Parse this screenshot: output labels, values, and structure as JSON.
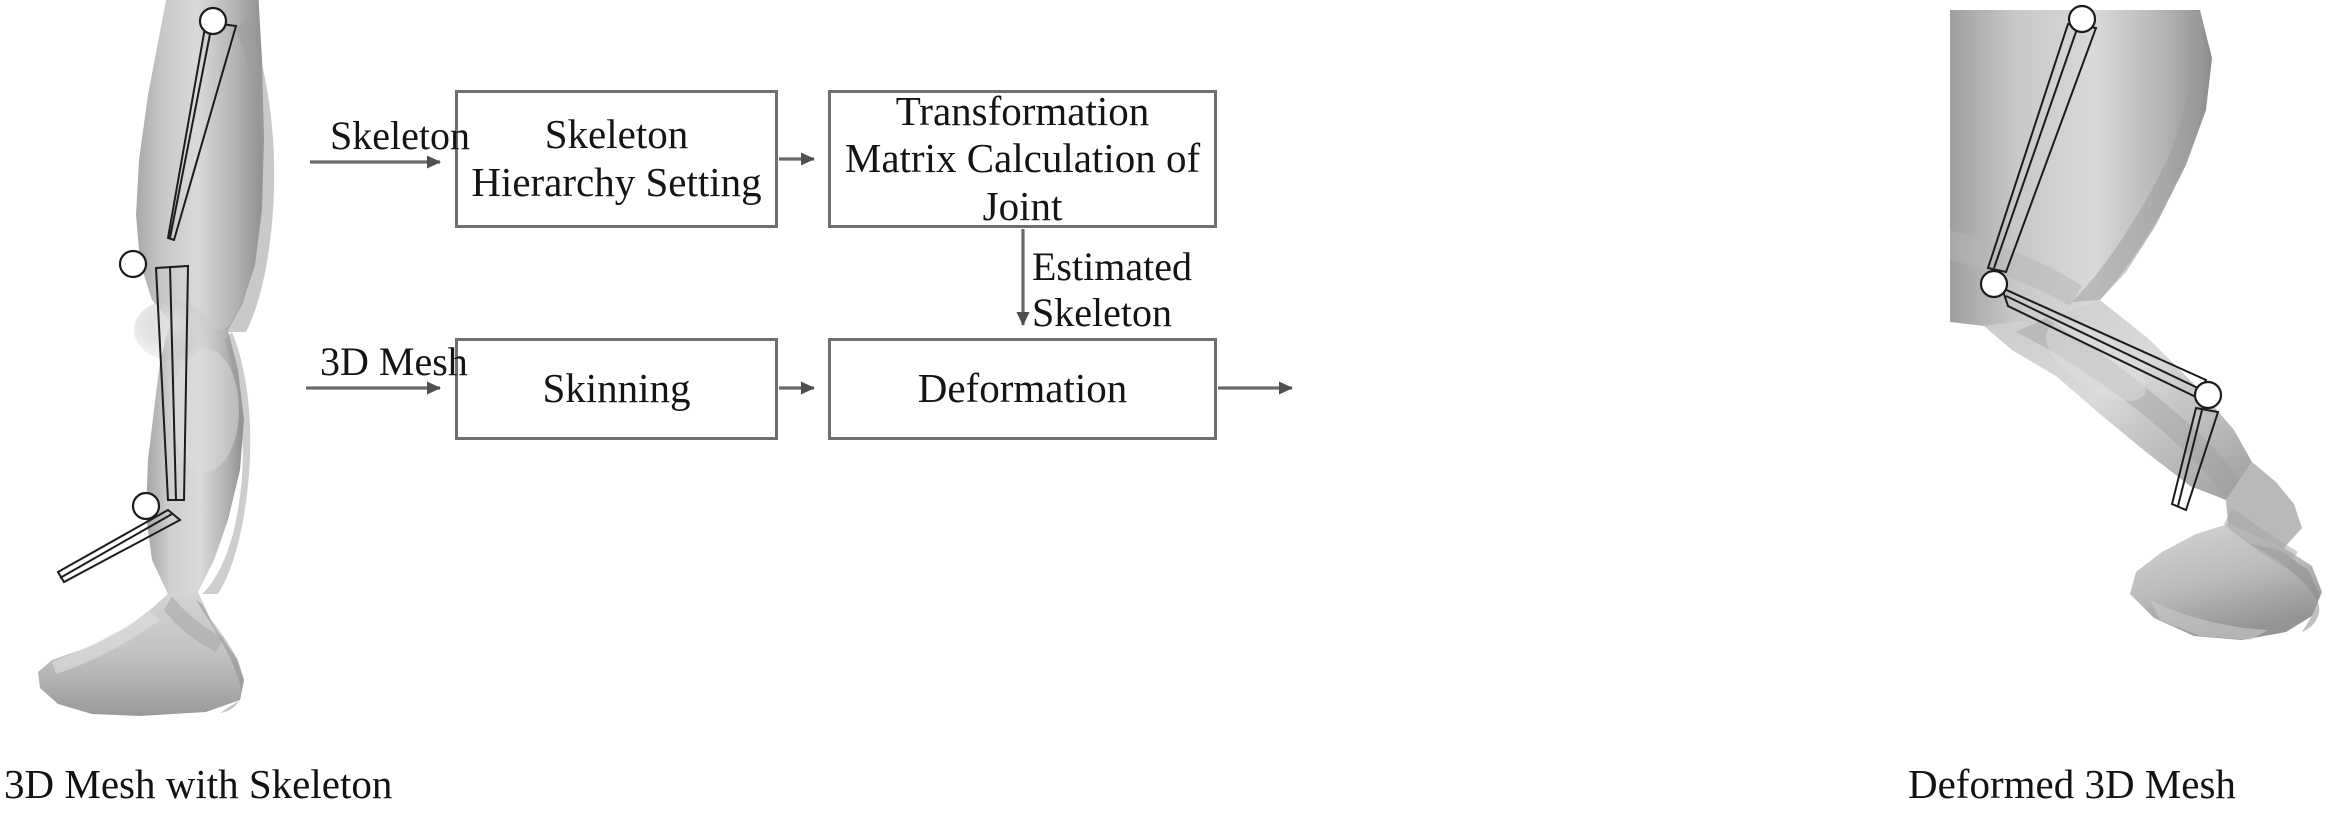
{
  "diagram": {
    "title": "Skeleton-driven 3D mesh deformation pipeline",
    "boxes": [
      {
        "id": "skeleton-hierarchy-setting",
        "label": "Skeleton Hierarchy\nSetting"
      },
      {
        "id": "transformation-matrix-calculation-of-joint",
        "label": "Transformation Matrix\nCalculation of Joint"
      },
      {
        "id": "skinning",
        "label": "Skinning"
      },
      {
        "id": "deformation",
        "label": "Deformation"
      }
    ],
    "edge_labels": [
      {
        "id": "skeleton",
        "label": "Skeleton"
      },
      {
        "id": "three-d-mesh",
        "label": "3D Mesh"
      },
      {
        "id": "estimated-skeleton",
        "label": "Estimated\nSkeleton"
      }
    ],
    "captions": [
      {
        "id": "left",
        "label": "3D Mesh with Skeleton"
      },
      {
        "id": "right",
        "label": "Deformed 3D Mesh"
      }
    ],
    "figures": [
      {
        "id": "input-leg-mesh",
        "alt": "3D leg mesh with skeleton, straight standing pose"
      },
      {
        "id": "output-leg-mesh",
        "alt": "Deformed 3D leg mesh, bent knee pose"
      }
    ],
    "colors": {
      "box_border": "#6f6f6f",
      "box_fill": "#ffffff",
      "text": "#141414",
      "arrow": "#4f4f4f",
      "mesh_light": "#d8d8d8",
      "mesh_mid": "#aeaeae",
      "mesh_dark": "#8a8a8a",
      "bone_line": "#1a1a1a",
      "background": "#ffffff"
    }
  }
}
